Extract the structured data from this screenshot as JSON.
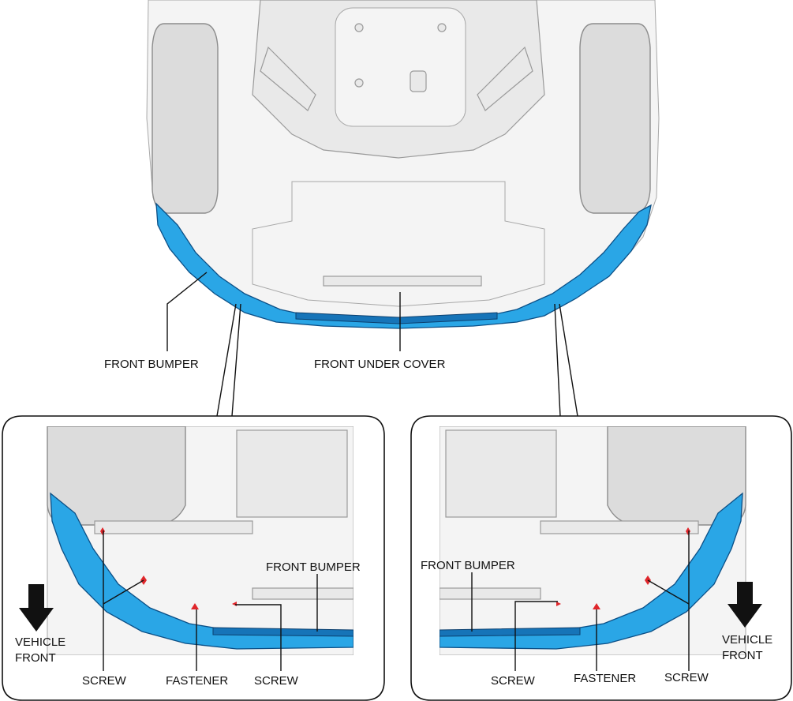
{
  "labels": {
    "front_bumper_main": "FRONT BUMPER",
    "front_under_cover": "FRONT UNDER COVER",
    "left_front_bumper": "FRONT BUMPER",
    "left_screw_1": "SCREW",
    "left_fastener": "FASTENER",
    "left_screw_2": "SCREW",
    "left_vehicle": "VEHICLE",
    "left_front": "FRONT",
    "right_front_bumper": "FRONT BUMPER",
    "right_screw_1": "SCREW",
    "right_fastener": "FASTENER",
    "right_screw_2": "SCREW",
    "right_vehicle": "VEHICLE",
    "right_front": "FRONT"
  },
  "colors": {
    "highlight_part": "#2aa6e6",
    "highlight_edge": "#0b4f86",
    "fastener_marker": "#e0262b",
    "ghost_body": "#e9e9e9"
  },
  "icons": {
    "direction_arrow": "down-arrow-icon"
  }
}
